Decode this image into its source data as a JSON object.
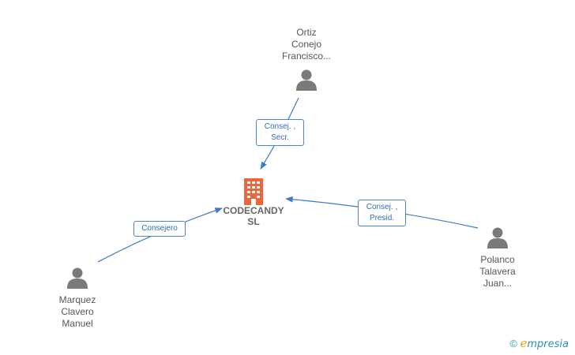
{
  "company": {
    "name_line1": "CODECANDY",
    "name_line2": "SL",
    "icon": "building-icon",
    "color": "#f0643a"
  },
  "people": [
    {
      "id": "ortiz",
      "line1": "Ortiz",
      "line2": "Conejo",
      "line3": "Francisco...",
      "icon": "person-icon"
    },
    {
      "id": "marquez",
      "line1": "Marquez",
      "line2": "Clavero",
      "line3": "Manuel",
      "icon": "person-icon"
    },
    {
      "id": "polanco",
      "line1": "Polanco",
      "line2": "Talavera",
      "line3": "Juan...",
      "icon": "person-icon"
    }
  ],
  "edges": [
    {
      "from": "ortiz",
      "label_line1": "Consej. ,",
      "label_line2": "Secr."
    },
    {
      "from": "marquez",
      "label_line1": "Consejero",
      "label_line2": ""
    },
    {
      "from": "polanco",
      "label_line1": "Consej. ,",
      "label_line2": "Presid."
    }
  ],
  "colors": {
    "edge": "#3a7cc8",
    "person": "#7a7a7a",
    "label_text": "#2f6fb5"
  },
  "brand": {
    "copyright": "©",
    "e": "e",
    "rest": "mpresia"
  }
}
